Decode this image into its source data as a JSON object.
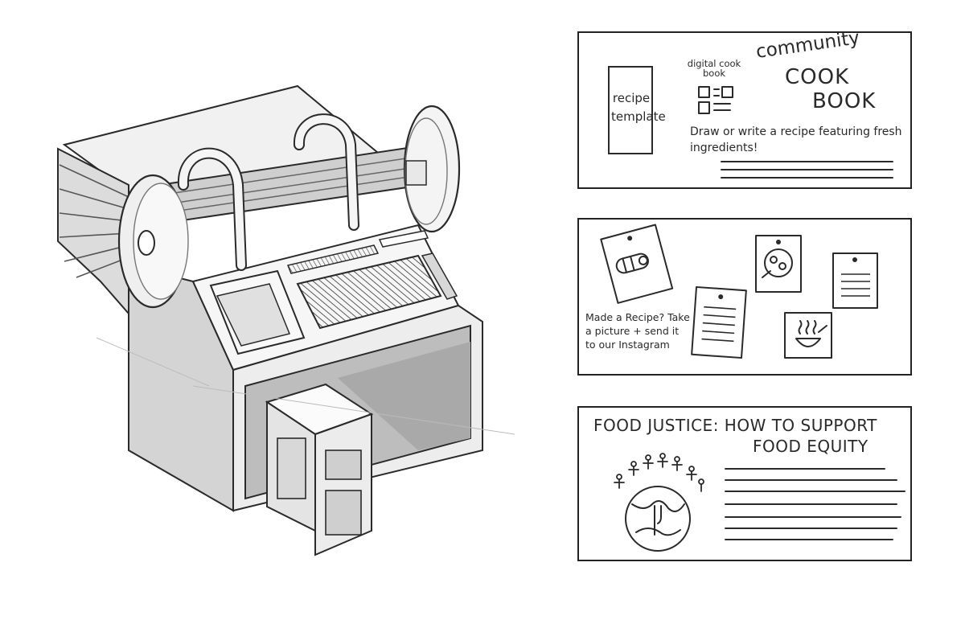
{
  "panel1": {
    "recipe_template": "recipe template",
    "digital_cookbook": "digital cook book",
    "community": "community",
    "cook": "COOK",
    "book": "BOOK",
    "prompt": "Draw or write a recipe featuring fresh ingredients!"
  },
  "panel2": {
    "caption": "Made a Recipe? Take a picture + send it to our Instagram"
  },
  "panel3": {
    "title_line1": "FOOD JUSTICE: HOW TO SUPPORT",
    "title_line2": "FOOD EQUITY"
  }
}
